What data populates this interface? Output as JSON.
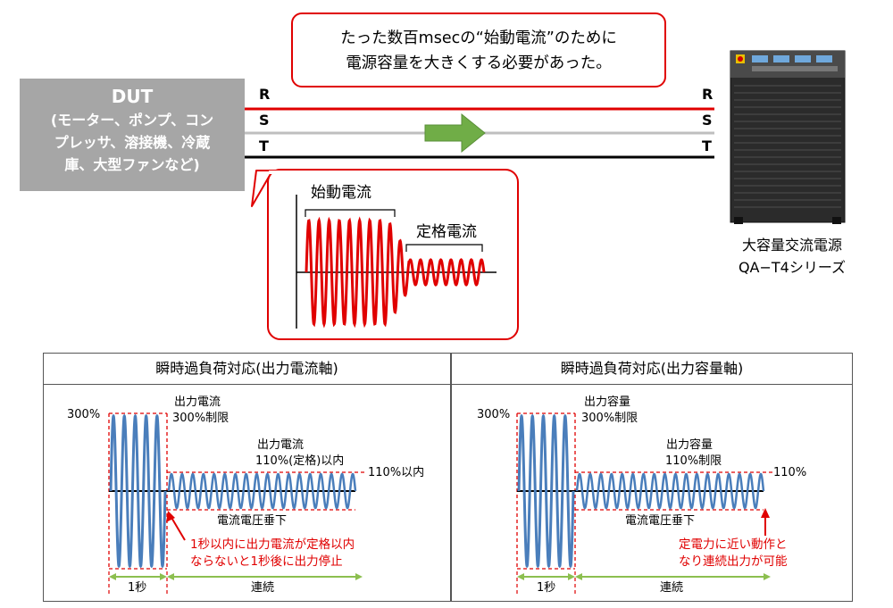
{
  "dut": {
    "title": "DUT",
    "desc_line1": "(モーター、ポンプ、コン",
    "desc_line2": "プレッサ、溶接機、冷蔵",
    "desc_line3": "庫、大型ファンなど)"
  },
  "top_callout": {
    "line1": "たった数百msecの“始動電流”のために",
    "line2": "電源容量を大きくする必要があった。"
  },
  "phases": {
    "left": [
      "R",
      "S",
      "T"
    ],
    "right": [
      "R",
      "S",
      "T"
    ]
  },
  "waveform_callout": {
    "start_label": "始動電流",
    "rated_label": "定格電流"
  },
  "power_supply": {
    "line1": "大容量交流電源",
    "line2": "QA−T4シリーズ"
  },
  "panel_left": {
    "header": "瞬時過負荷対応(出力電流軸)",
    "y_300": "300%",
    "peak_label_1": "出力電流",
    "peak_label_2": "300%制限",
    "mid_label_1": "出力電流",
    "mid_label_2": "110%(定格)以内",
    "right_level": "110%以内",
    "drop_label": "電流電圧垂下",
    "note_line1": "1秒以内に出力電流が定格以内",
    "note_line2": "ならないと1秒後に出力停止",
    "dur_1s": "1秒",
    "dur_cont": "連続"
  },
  "panel_right": {
    "header": "瞬時過負荷対応(出力容量軸)",
    "y_300": "300%",
    "peak_label_1": "出力容量",
    "peak_label_2": "300%制限",
    "mid_label_1": "出力容量",
    "mid_label_2": "110%制限",
    "right_level": "110%",
    "drop_label": "電流電圧垂下",
    "note_line1": "定電力に近い動作と",
    "note_line2": "なり連続出力が可能",
    "dur_1s": "1秒",
    "dur_cont": "連続"
  },
  "colors": {
    "phase_r": "#e00000",
    "phase_s": "#bfbfbf",
    "phase_t": "#000000",
    "arrow_green": "#70ad47",
    "wave_red": "#e00000",
    "wave_blue": "#4a7ebb",
    "dut_gray": "#a6a6a6",
    "dim_green": "#8cbf4f"
  }
}
